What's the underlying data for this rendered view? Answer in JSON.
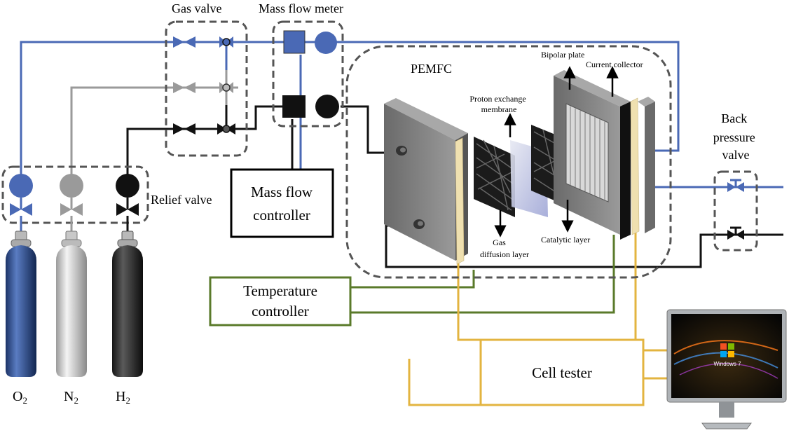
{
  "labels": {
    "gas_valve": "Gas valve",
    "mass_flow_meter": "Mass flow meter",
    "pemfc": "PEMFC",
    "bipolar_plate": "Bipolar plate",
    "current_collector": "Current collector",
    "proton_exchange_membrane_line1": "Proton exchange",
    "proton_exchange_membrane_line2": "membrane",
    "gas_diffusion_layer_line1": "Gas",
    "gas_diffusion_layer_line2": "diffusion layer",
    "catalytic_layer": "Catalytic layer",
    "relief_valve": "Relief valve",
    "back_pressure_valve_line1": "Back",
    "back_pressure_valve_line2": "pressure",
    "back_pressure_valve_line3": "valve"
  },
  "boxes": {
    "mass_flow_controller_line1": "Mass flow",
    "mass_flow_controller_line2": "controller",
    "temperature_controller_line1": "Temperature",
    "temperature_controller_line2": "controller",
    "cell_tester": "Cell tester"
  },
  "cylinders": [
    {
      "formula": "O",
      "subscript": "2",
      "color": "#2f4f8c"
    },
    {
      "formula": "N",
      "subscript": "2",
      "color": "#cfcfcf"
    },
    {
      "formula": "H",
      "subscript": "2",
      "color": "#2a2a2a"
    }
  ],
  "monitor": {
    "os_text": "Windows 7"
  },
  "colors": {
    "oxygen_line": "#4a69b5",
    "nitrogen_line": "#999999",
    "hydrogen_line": "#111111",
    "temperature_line": "#5a7a2a",
    "tester_line": "#e3b440",
    "plate": "#7b7b7b",
    "gasket": "#efe0b0"
  }
}
